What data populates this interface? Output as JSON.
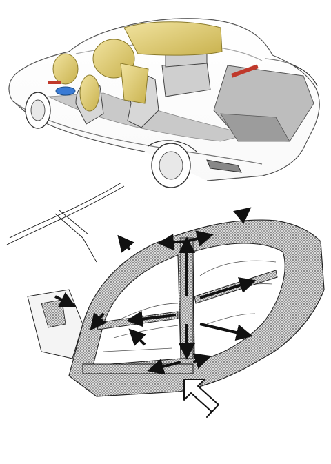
{
  "figure": {
    "top_panel": {
      "subject": "sedan-cutaway-with-deployed-airbags"
    },
    "bottom_panel": {
      "subject": "side-body-structure-load-paths"
    }
  },
  "colors": {
    "background": "#ffffff",
    "line": "#222222",
    "airbag": "#e6d27a",
    "airbag_shade": "#c9b24e",
    "seat": "#d7d7d7",
    "carpet": "#bdbdbd",
    "accent_blue": "#3a7bd5",
    "accent_red": "#c0392b",
    "accent_orange": "#e67e22",
    "structure_fill": "#9a9a9a",
    "arrow": "#111111",
    "impact_arrow": "#ffffff"
  },
  "icons": {
    "impact": "large-hollow-arrow",
    "load_path": "black-arrow"
  }
}
